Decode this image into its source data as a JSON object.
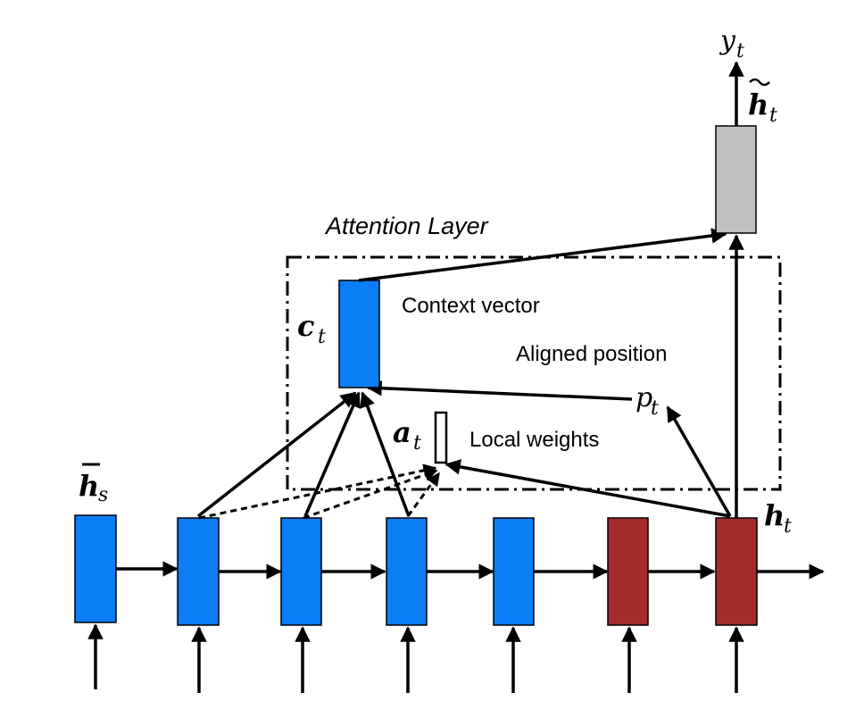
{
  "labels": {
    "attention_layer": "Attention Layer",
    "context_vector": "Context vector",
    "aligned_position": "Aligned position",
    "local_weights": "Local weights"
  },
  "math": {
    "h_bar_s": {
      "base": "h",
      "sub": "s"
    },
    "c_t": {
      "base": "c",
      "sub": "t"
    },
    "a_t": {
      "base": "a",
      "sub": "t"
    },
    "p_t": {
      "base": "p",
      "sub": "t"
    },
    "h_t": {
      "base": "h",
      "sub": "t"
    },
    "h_tilde_t": {
      "base": "h",
      "sub": "t"
    },
    "y_t": {
      "base": "y",
      "sub": "t"
    }
  },
  "colors": {
    "source_state": "#0a7df7",
    "target_state": "#a52a2a",
    "attentional_state": "#c0c0c0",
    "context_vector": "#0a7df7",
    "line": "#000000"
  }
}
